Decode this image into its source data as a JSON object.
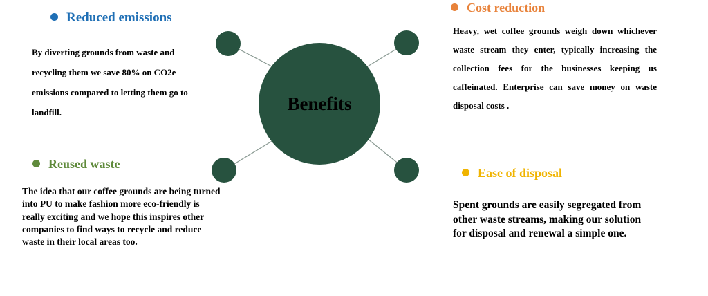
{
  "colors": {
    "node_fill": "#27523f",
    "connector": "#8a9a93",
    "reduced_emissions": "#1f6fb5",
    "cost_reduction": "#e8823a",
    "reused_waste": "#5f8a3b",
    "ease_of_disposal": "#f0b400"
  },
  "center": {
    "label": "Benefits"
  },
  "reduced_emissions": {
    "title": "Reduced emissions",
    "text": "By diverting grounds from waste and recycling them we save 80% on CO2e emissions compared to letting them go to landfill."
  },
  "cost_reduction": {
    "title": "Cost reduction",
    "text": "Heavy, wet coffee grounds weigh down whichever waste stream they enter, typically increasing the collection fees for the businesses keeping us caffeinated. Enterprise can save money on waste disposal costs ."
  },
  "reused_waste": {
    "title": "Reused waste",
    "text": "The idea that our coffee grounds are being turned into PU to make fashion more eco-friendly is really exciting and we hope this inspires other companies to find ways to recycle and reduce waste in their local areas too."
  },
  "ease_of_disposal": {
    "title": "Ease of disposal",
    "text": "Spent grounds are easily segregated from other waste streams, making our solution for disposal and renewal a simple one."
  }
}
